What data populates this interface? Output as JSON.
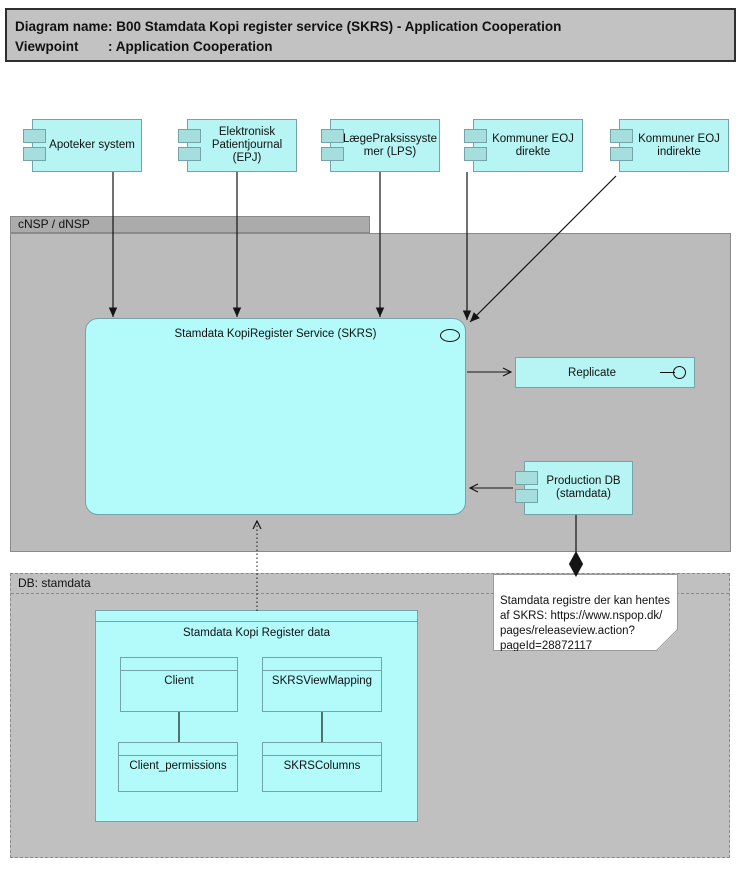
{
  "title_block": {
    "line1_label": "Diagram name",
    "line1_value": ": B00 Stamdata Kopi register service (SKRS) - Application Cooperation",
    "line2_label": "Viewpoint",
    "line2_value": ": Application Cooperation"
  },
  "groups": {
    "cnsp": {
      "label": "cNSP / dNSP"
    },
    "db": {
      "label": "DB: stamdata"
    }
  },
  "actors": [
    {
      "label": "Apoteker system"
    },
    {
      "label": "Elektronisk\nPatientjournal\n(EPJ)"
    },
    {
      "label": "LægePraksissyste\nmer (LPS)"
    },
    {
      "label": "Kommuner EOJ\ndirekte"
    },
    {
      "label": "Kommuner EOJ\nindirekte"
    }
  ],
  "skrs": {
    "label": "Stamdata KopiRegister Service (SKRS)"
  },
  "replicate": {
    "label": "Replicate"
  },
  "production_db": {
    "label": "Production DB\n(stamdata)"
  },
  "data_group": {
    "label": "Stamdata Kopi Register data",
    "tables": [
      "Client",
      "SKRSViewMapping",
      "Client_permissions",
      "SKRSColumns"
    ]
  },
  "note": {
    "text": "Stamdata registre der kan hentes\naf SKRS: https://www.nspop.dk/\npages/releaseview.action?\npageId=28872117"
  },
  "colors": {
    "title-bg": "#c2c2c2",
    "tab-fill": "#ababab",
    "cnsp-fill": "#bbbbbb",
    "db-fill": "#c0c0c0",
    "container-border": "#8a8a8a",
    "component-fill": "#b7f4f4",
    "service-fill": "#b3fafa",
    "icon-fill": "#a6dede",
    "component-border": "#74a4aa",
    "note-bg": "#ffffff",
    "line-color": "#141414"
  }
}
